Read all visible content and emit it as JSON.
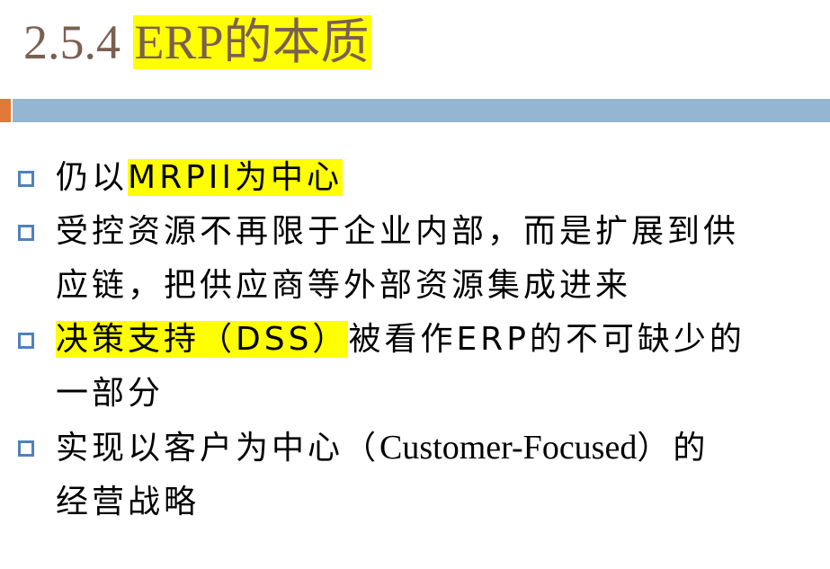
{
  "title": {
    "number": "2.5.4 ",
    "highlighted": "ERP的本质"
  },
  "colors": {
    "title_text": "#7a6050",
    "highlight": "#ffff00",
    "rule_bar": "#94b6d2",
    "accent": "#e0793a",
    "bullet_marker": "#4f81bd"
  },
  "bullets": [
    {
      "marker_icon": "hollow-square-bullet-icon",
      "pre": "仍以",
      "highlight": "MRPII为中心",
      "post": ""
    },
    {
      "marker_icon": "hollow-square-bullet-icon",
      "line1": "受控资源不再限于企业内部，而是扩展到供",
      "line2": "应链，把供应商等外部资源集成进来"
    },
    {
      "marker_icon": "hollow-square-bullet-icon",
      "highlight": "决策支持（DSS）",
      "line1_rest": "被看作ERP的不可缺少的",
      "line2": "一部分"
    },
    {
      "marker_icon": "hollow-square-bullet-icon",
      "line1_pre": "实现以客户为中心（",
      "line1_latin": "Customer-Focused",
      "line1_post": "）的",
      "line2": "经营战略"
    }
  ]
}
